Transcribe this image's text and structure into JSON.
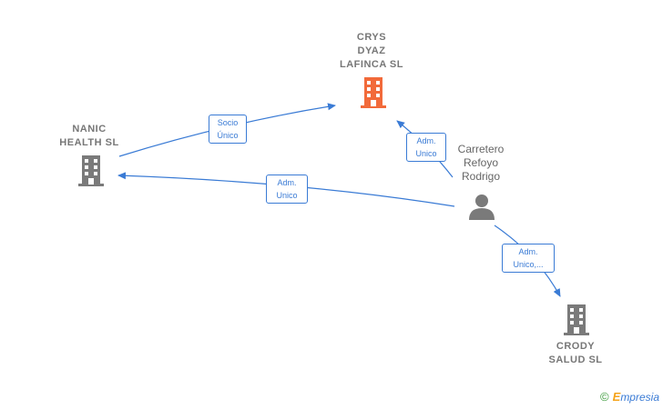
{
  "nodes": {
    "crys": {
      "label": "CRYS\nDYAZ\nLAFINCA  SL",
      "color": "#f26a3a"
    },
    "nanic": {
      "label": "NANIC\nHEALTH  SL",
      "color": "#7a7a7a"
    },
    "crody": {
      "label": "CRODY\nSALUD  SL",
      "color": "#7a7a7a"
    },
    "person": {
      "label": "Carretero\nRefoyo\nRodrigo",
      "color": "#7a7a7a"
    }
  },
  "edges": {
    "socio_unico": "Socio\nÚnico",
    "adm_unico_crys": "Adm.\nUnico",
    "adm_unico_nanic": "Adm.\nUnico",
    "adm_unico_crody": "Adm.\nUnico,..."
  },
  "colors": {
    "edge": "#3a7bd5"
  },
  "brand": {
    "copyright": "©",
    "initial": "E",
    "name": "mpresia"
  }
}
